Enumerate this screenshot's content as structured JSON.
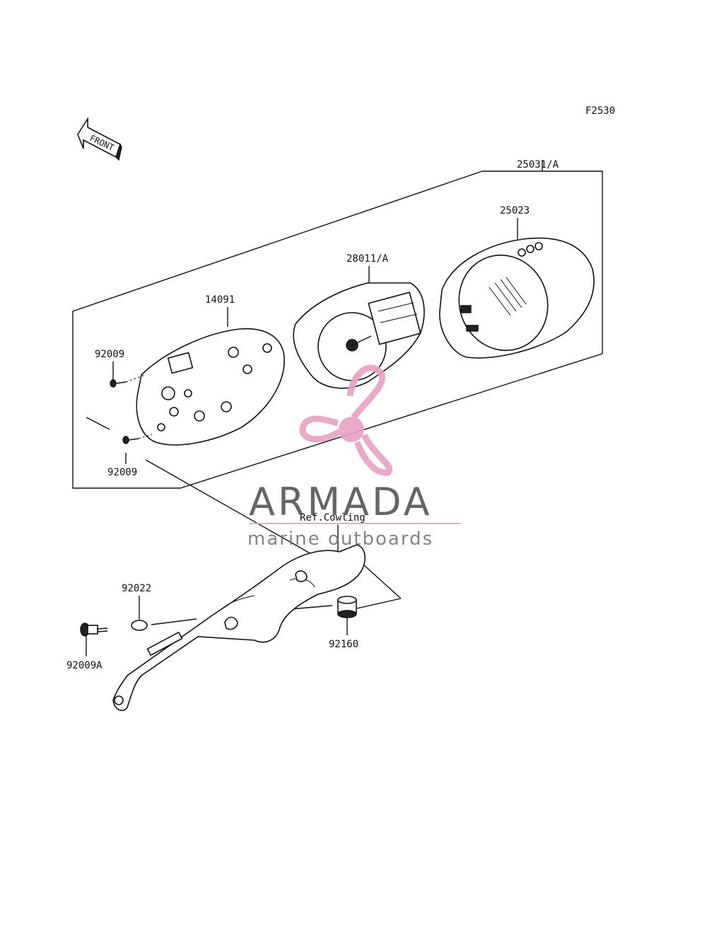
{
  "figure_code": "F2530",
  "front_arrow_label": "FRONT",
  "part_labels": {
    "assembly": "25031/A",
    "case_upper": "25023",
    "meter_unit": "28011/A",
    "case_lower": "14091",
    "screw_upper": "92009",
    "screw_lower": "92009",
    "ref_cowling": "Ref.Cowling",
    "washer": "92022",
    "bolt": "92009A",
    "grommet": "92160"
  },
  "watermark": {
    "brand": "ARMADA",
    "tagline": "marine outboards",
    "color_accent": "#e8a0c4",
    "color_text": "#555555"
  }
}
